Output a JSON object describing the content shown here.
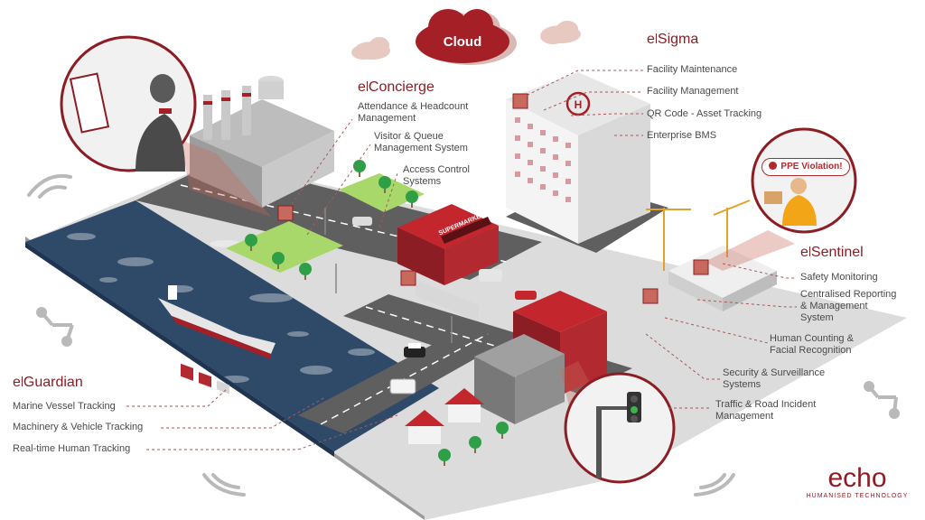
{
  "cloud": {
    "label": "Cloud"
  },
  "sections": {
    "sigma": {
      "prefix": "e",
      "name": "Sigma",
      "items": [
        "Facility Maintenance",
        "Facility Management",
        "QR Code - Asset Tracking",
        "Enterprise BMS"
      ]
    },
    "concierge": {
      "prefix": "e",
      "name": "Concierge",
      "items": [
        [
          "Attendance & Headcount",
          "Management"
        ],
        [
          "Visitor & Queue",
          "Management System"
        ],
        [
          "Access Control",
          "Systems"
        ]
      ]
    },
    "sentinel": {
      "prefix": "e",
      "name": "Sentinel",
      "items": [
        [
          "Safety Monitoring"
        ],
        [
          "Centralised Reporting",
          "& Management",
          "System"
        ],
        [
          "Human Counting &",
          "Facial Recognition"
        ],
        [
          "Security & Surveillance",
          "Systems"
        ],
        [
          "Traffic & Road Incident",
          "Management"
        ]
      ]
    },
    "guardian": {
      "prefix": "e",
      "name": "Guardian",
      "items": [
        "Marine Vessel Tracking",
        "Machinery & Vehicle Tracking",
        "Real-time Human Tracking"
      ]
    }
  },
  "building_signs": {
    "supermarket": "SUPERMARKET"
  },
  "alert": {
    "text": "PPE Violation!"
  },
  "logo": {
    "word": "echo",
    "tagline": "HUMANISED TECHNOLOGY"
  },
  "colors": {
    "accent": "#8c1d24",
    "cloud": "#a51f26",
    "water": "#2f4a69",
    "road": "#5a5a5a",
    "grass": "#a8d86a",
    "text": "#4a4a4a"
  }
}
